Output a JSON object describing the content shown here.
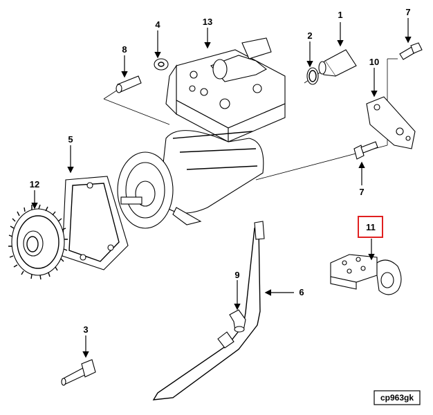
{
  "callouts": {
    "c1": "1",
    "c2": "2",
    "c3": "3",
    "c4": "4",
    "c5": "5",
    "c6": "6",
    "c7a": "7",
    "c7b": "7",
    "c8": "8",
    "c9": "9",
    "c10": "10",
    "c11": "11",
    "c12": "12",
    "c13": "13"
  },
  "highlighted_callout": "11",
  "highlight_color": "#e02020",
  "reference_code": "cp963gk"
}
